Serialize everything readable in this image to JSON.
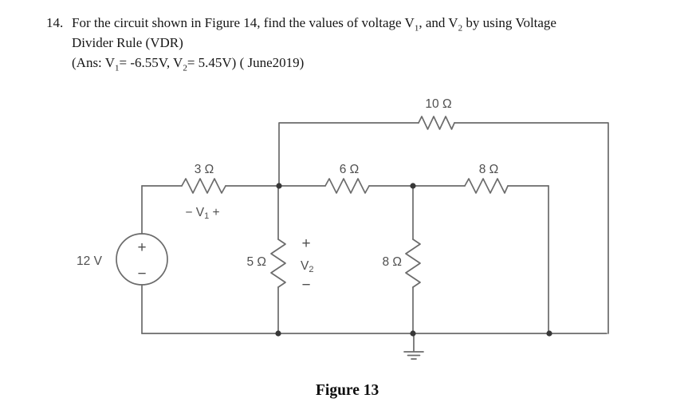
{
  "problem": {
    "number": "14.",
    "line1": {
      "p1": "For the circuit shown in Figure 14, find the values of voltage V",
      "s1": "1",
      "p2": ", and V",
      "s2": "2",
      "p3": " by using Voltage"
    },
    "line2": "Divider Rule (VDR)",
    "line3": {
      "p1": "(Ans: V",
      "s1": "1",
      "p2": "= -6.55V, V",
      "s2": "2",
      "p3": "= 5.45V) ( June2019)"
    }
  },
  "circuit": {
    "source": {
      "value": "12 V",
      "plus": "+",
      "minus": "−"
    },
    "resistors": {
      "r3": "3 Ω",
      "r6": "6 Ω",
      "r8_top": "8 Ω",
      "r10": "10 Ω",
      "r5": "5 Ω",
      "r8_mid": "8 Ω"
    },
    "v1": {
      "prefix": "− V",
      "sub": "1",
      "suffix": " +"
    },
    "v2": {
      "plus": "+",
      "name": "V",
      "sub": "2",
      "minus": "−"
    }
  },
  "caption": "Figure 13",
  "colors": {
    "wire": "#6b6b6b",
    "node": "#383838",
    "diagram_label": "#4f4f4f",
    "body_text": "#161616"
  }
}
